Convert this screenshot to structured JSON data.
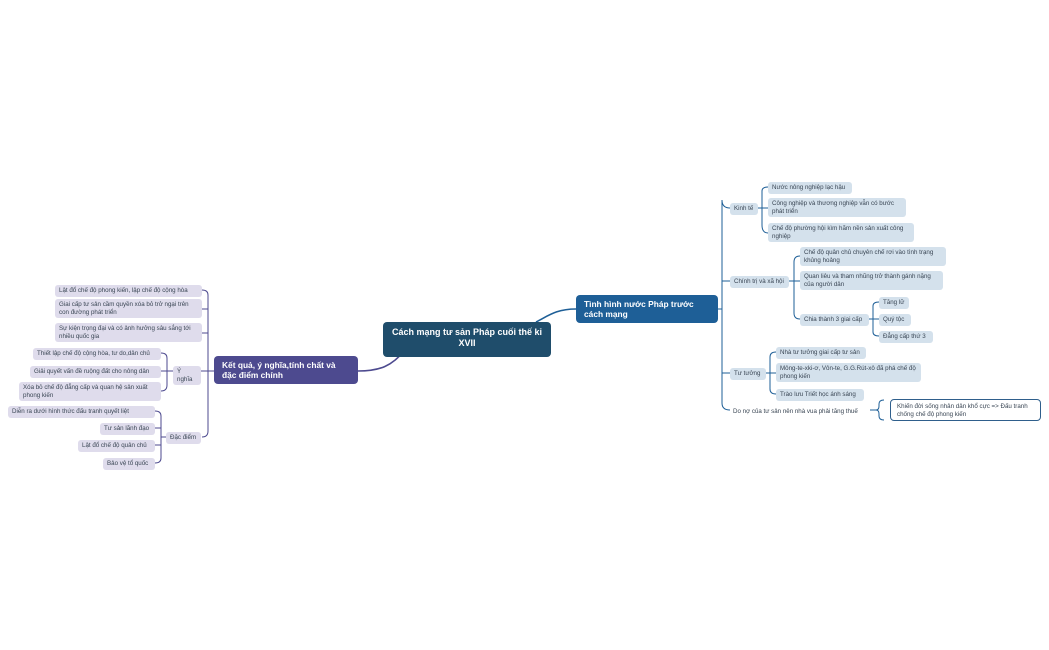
{
  "root": "Cách mạng tư sản Pháp cuối thế kỉ XVII",
  "right": {
    "title": "Tình hình nước Pháp trước cách mạng",
    "kinh_te": {
      "label": "Kinh tế",
      "items": [
        "Nước nông nghiệp lạc hậu",
        "Công nghiệp và thương nghiệp vẫn có bước phát triển",
        "Chế độ phường hội kìm hãm nền sản xuất công nghiệp"
      ]
    },
    "chinh_tri": {
      "label": "Chính trị và xã hội",
      "items": [
        "Chế độ quân chủ chuyên chế rơi vào tình trạng khủng hoảng",
        "Quan liêu và tham nhũng trở thành gánh nặng của người dân"
      ],
      "chia": {
        "label": "Chia thành 3 giai cấp",
        "items": [
          "Tăng lữ",
          "Quý tộc",
          "Đẳng cấp thứ 3"
        ]
      }
    },
    "tu_tuong": {
      "label": "Tư tưởng",
      "items": [
        "Nhà tư tưởng giai cấp tư sản",
        "Mông-te-xki-ơ, Vôn-te, G.G.Rút-xô đã phá chế độ phong kiến",
        "Trào lưu Triết học ánh sáng"
      ]
    },
    "do_no": {
      "label": "Do nợ của tư sản nên nhà vua phải tăng thuế",
      "result": "Khiến đời sống nhân dân khổ cực => Đấu tranh chống chế độ phong kiến"
    }
  },
  "left": {
    "title": "Kết quả, ý nghĩa,tính chất và đặc điểm chính",
    "ket_qua": [
      "Lật đổ chế độ phong kiến, lập chế độ cộng hòa",
      "Giai cấp tư sản cầm quyền xóa bỏ trở ngại trên con đường phát triển",
      "Sự kiện trọng đại và có ảnh hưởng sâu sắng tới nhiều quốc gia"
    ],
    "y_nghia": {
      "label": "Ý nghĩa",
      "items": [
        "Thiết lập chế độ cộng hòa, tư do,dân chủ",
        "Giải quyết vấn đề ruộng đất cho nông dân",
        "Xóa bỏ chế độ đẳng cấp và quan hệ sản xuất phong kiến"
      ]
    },
    "dac_diem": {
      "label": "Đặc điểm",
      "items": [
        "Diễn ra dưới hình thức đấu tranh quyết liệt",
        "Tư sản lãnh đạo",
        "Lật đổ chế độ quân chủ",
        "Bảo vệ tổ quốc"
      ]
    }
  },
  "colors": {
    "root": "#1f4d6b",
    "right_branch": "#1e5f97",
    "left_branch": "#4d4a8f",
    "right_leaf": "#d4e1ec",
    "left_leaf": "#dfdcec"
  }
}
